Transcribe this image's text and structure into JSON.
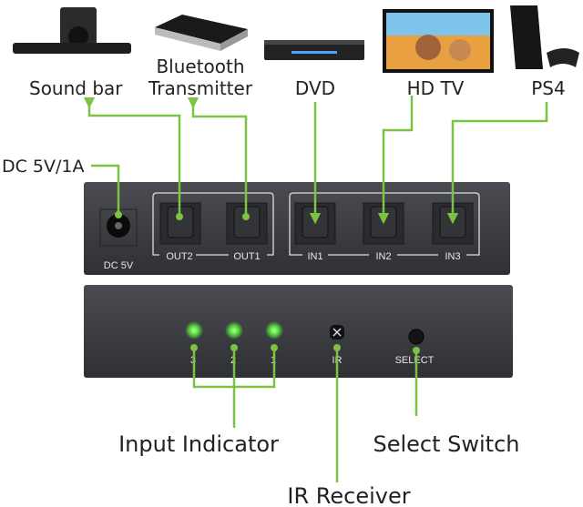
{
  "devices": {
    "sound_bar": "Sound bar",
    "bluetooth_line1": "Bluetooth",
    "bluetooth_line2": "Transmitter",
    "dvd": "DVD",
    "hd_tv": "HD TV",
    "ps4": "PS4"
  },
  "power_label": "DC 5V/1A",
  "back_panel": {
    "dc": "DC 5V",
    "ports": [
      "OUT2",
      "OUT1",
      "IN1",
      "IN2",
      "IN3"
    ]
  },
  "front_panel": {
    "leds": [
      "3",
      "2",
      "1"
    ],
    "ir": "IR",
    "select": "SELECT"
  },
  "callouts": {
    "input_indicator": "Input Indicator",
    "select_switch": "Select Switch",
    "ir_receiver": "IR Receiver"
  },
  "colors": {
    "line": "#7dc242",
    "panel": "#3b3d42",
    "led": "#5fe04a"
  }
}
